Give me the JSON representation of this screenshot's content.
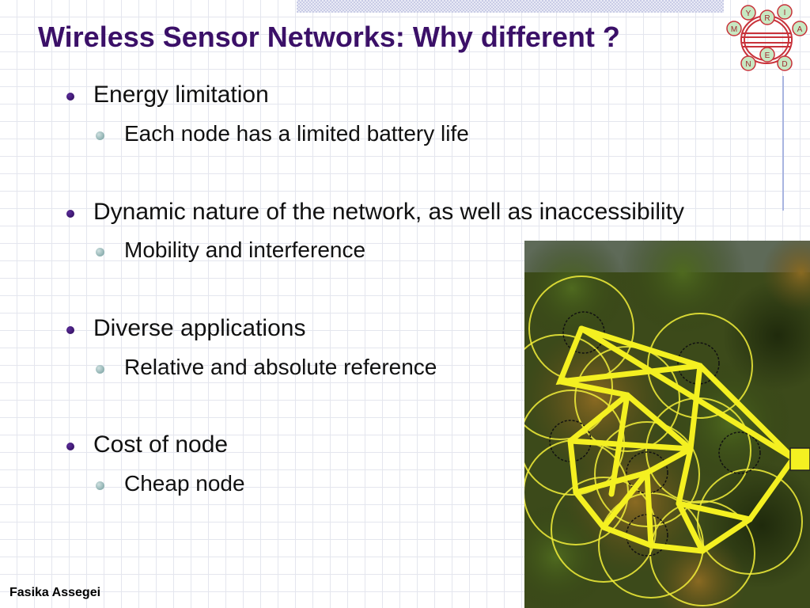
{
  "slide": {
    "title": "Wireless Sensor Networks: Why different ?",
    "footer": "Fasika Assegei",
    "logo_letters": [
      "Y",
      "R",
      "I",
      "M",
      "A",
      "E",
      "N",
      "D"
    ],
    "bullets": [
      {
        "text": "Energy limitation",
        "sub": "Each node has a limited battery life"
      },
      {
        "text": "Dynamic nature of the network, as well as inaccessibility",
        "sub": "Mobility and interference"
      },
      {
        "text": "Diverse applications",
        "sub": "Relative and absolute reference"
      },
      {
        "text": "Cost of node",
        "sub": "Cheap node"
      }
    ]
  },
  "colors": {
    "title": "#3b1068",
    "bullet_level1": "#3b1068",
    "bullet_level2": "#7fa9a9",
    "network_lines": "#f4f021",
    "logo": "#c8323a"
  }
}
